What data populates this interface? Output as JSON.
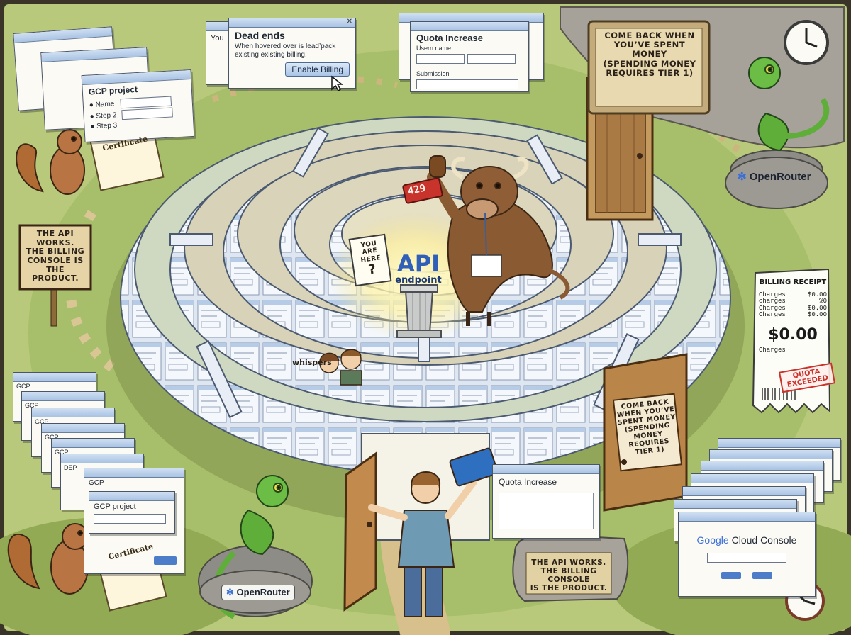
{
  "top_dialog_dead_ends": {
    "back_title": "You",
    "title": "Dead ends",
    "body": "When hovered over is lead’pack existing existing billing.",
    "button": "Enable Billing"
  },
  "quota_dialog_top": {
    "title": "Quota Increase",
    "field_label": "Usern name",
    "submit_label": "Submission"
  },
  "gcp_project_panel_top": {
    "title": "GCP project",
    "steps": [
      "Name",
      "Step 2",
      "Step 3"
    ]
  },
  "certificate_top": {
    "title": "Certificate"
  },
  "sign_left": {
    "lines": [
      "THE API",
      "WORKS.",
      "THE BILLING",
      "CONSOLE IS",
      "THE PRODUCT."
    ]
  },
  "sign_top_right": {
    "lines": [
      "COME BACK WHEN",
      "YOU’VE SPENT MONEY",
      "(SPENDING MONEY",
      "REQUIRES TIER 1)"
    ]
  },
  "sign_door_right": {
    "lines": [
      "COME BACK",
      "WHEN YOU’VE",
      "SPENT MONEY",
      "(SPENDING MONEY",
      "REQUIRES TIER 1)"
    ]
  },
  "sign_bottom_stone": {
    "lines": [
      "THE API WORKS.",
      "THE BILLING CONSOLE",
      "IS THE PRODUCT."
    ]
  },
  "openrouter_badge_top": {
    "label": "OpenRouter"
  },
  "openrouter_badge_bottom": {
    "label": "OpenRouter"
  },
  "center": {
    "you_are_here": [
      "YOU ARE",
      "HERE",
      "?"
    ],
    "api_title": "API",
    "api_subtitle": "endpoint",
    "stamp_code": "429",
    "whispers": "whispers"
  },
  "billing_receipt": {
    "title": "BILLING RECEIPT",
    "rows": [
      {
        "label": "Charges",
        "amount": "$0.00"
      },
      {
        "label": "charges",
        "amount": "%0"
      },
      {
        "label": "Charges",
        "amount": "$0.00"
      },
      {
        "label": "Charges",
        "amount": "$0.00"
      }
    ],
    "total": "$0.00",
    "footer_label": "Charges",
    "stamp": [
      "QUOTA",
      "EXCEEDED"
    ]
  },
  "gcp_stack_bottom_left": {
    "tabs": [
      "GCP",
      "GCP",
      "GCP",
      "GCP",
      "GCP",
      "DEP",
      "GCP"
    ],
    "front_title": "GCP project",
    "certificate": "Certificate"
  },
  "quota_dialog_bottom": {
    "title": "Quota Increase"
  },
  "google_console": {
    "google": "Google",
    "product": "Cloud Console"
  },
  "colors": {
    "window_bar": "#a9c3e4",
    "button_blue": "#4d7cc9",
    "stamp_red": "#c8332c",
    "gecko_green": "#5fae3a",
    "wood": "#9a6430",
    "grass": "#a7bf6a"
  }
}
